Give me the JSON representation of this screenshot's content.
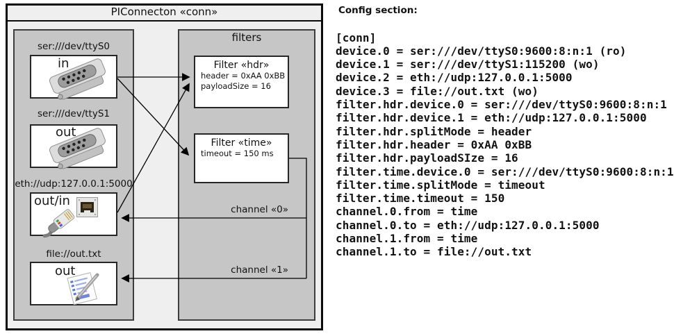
{
  "colors": {
    "outer_background": "#efefef",
    "panel_background": "#c6c6c6",
    "box_background": "#ffffff",
    "line_color": "#000000"
  },
  "diagram": {
    "title": "PIConnecton «conn»",
    "filters_label": "filters",
    "devices": [
      {
        "label": "ser:///dev/ttyS0",
        "direction": "in",
        "icon": "serial-connector-icon"
      },
      {
        "label": "ser:///dev/ttyS1",
        "direction": "out",
        "icon": "serial-connector-icon"
      },
      {
        "label": "eth://udp:127.0.0.1:5000",
        "direction": "out/in",
        "icon": "ethernet-jack-icon"
      },
      {
        "label": "file://out.txt",
        "direction": "out",
        "icon": "notepad-pen-icon"
      }
    ],
    "filters": [
      {
        "title": "Filter «hdr»",
        "properties": [
          "header = 0xAA 0xBB",
          "payloadSize = 16"
        ]
      },
      {
        "title": "Filter «time»",
        "properties": [
          "timeout = 150 ms"
        ]
      }
    ],
    "channels": [
      {
        "label": "channel «0»"
      },
      {
        "label": "channel «1»"
      }
    ]
  },
  "config": {
    "title": "Config section:",
    "lines": [
      "[conn]",
      "device.0 = ser:///dev/ttyS0:9600:8:n:1 (ro)",
      "device.1 = ser:///dev/ttyS1:115200 (wo)",
      "device.2 = eth://udp:127.0.0.1:5000",
      "device.3 = file://out.txt (wo)",
      "filter.hdr.device.0 = ser:///dev/ttyS0:9600:8:n:1",
      "filter.hdr.device.1 = eth://udp:127.0.0.1:5000",
      "filter.hdr.splitMode = header",
      "filter.hdr.header = 0xAA 0xBB",
      "filter.hdr.payloadSIze = 16",
      "filter.time.device.0 = ser:///dev/ttyS0:9600:8:n:1",
      "filter.time.splitMode = timeout",
      "filter.time.timeout = 150",
      "channel.0.from = time",
      "channel.0.to = eth://udp:127.0.0.1:5000",
      "channel.1.from = time",
      "channel.1.to = file://out.txt"
    ]
  }
}
